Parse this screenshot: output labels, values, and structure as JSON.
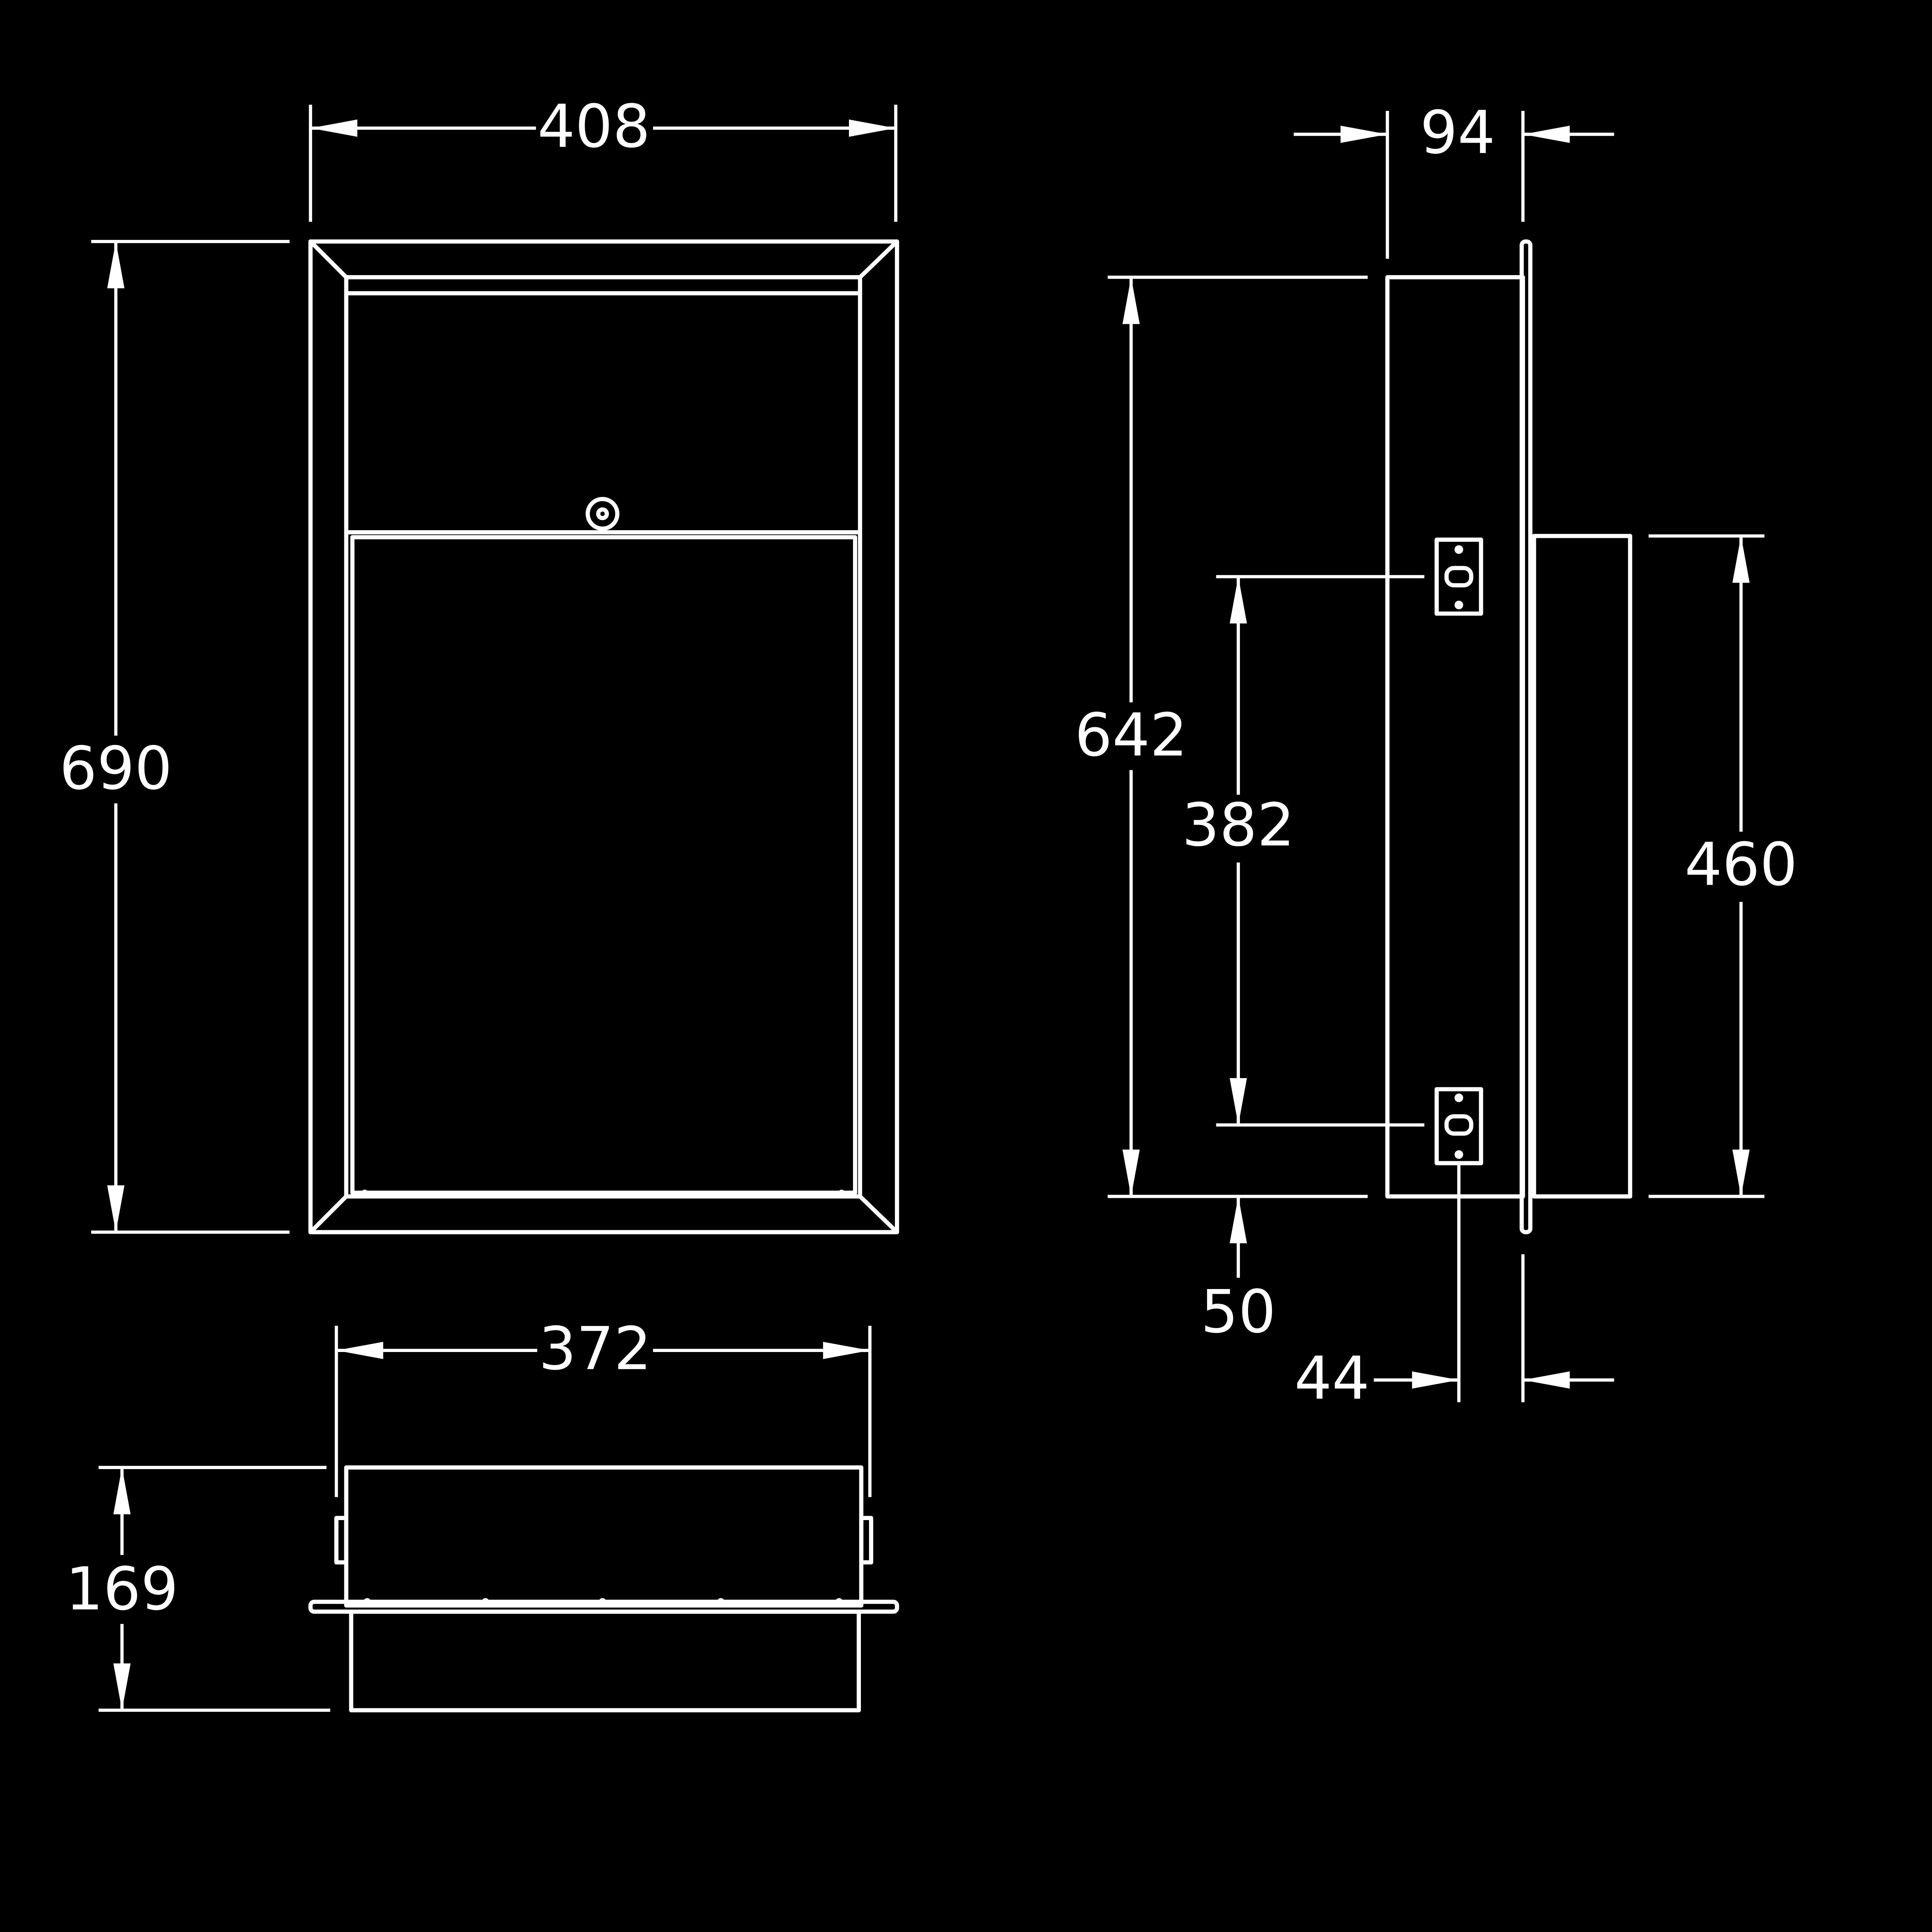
{
  "colors": {
    "background": "#000000",
    "line": "#ffffff"
  },
  "dimensions": {
    "front_width": "408",
    "front_height": "690",
    "bottom_width": "372",
    "bottom_depth": "169",
    "side_depth": "94",
    "side_body_height": "642",
    "bracket_spacing": "382",
    "bin_height": "460",
    "bottom_offset": "50",
    "bracket_offset": "44"
  }
}
